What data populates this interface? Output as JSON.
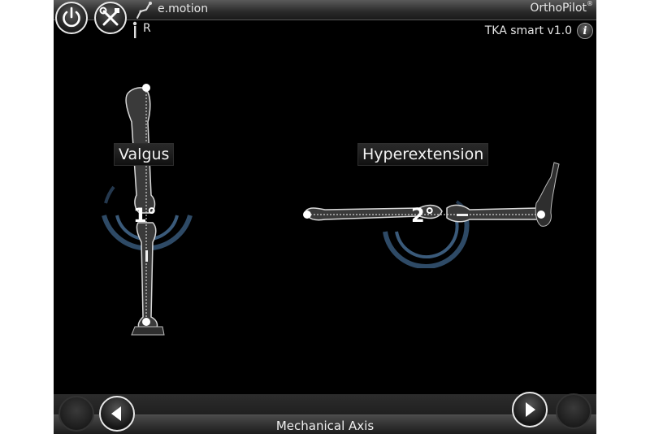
{
  "header": {
    "app_name": "e.motion",
    "brand": "OrthoPilot",
    "brand_mark": "®",
    "side": "R",
    "version": "TKA smart v1.0",
    "info_glyph": "i"
  },
  "views": {
    "frontal": {
      "label": "Valgus",
      "angle": "1°"
    },
    "sagittal": {
      "label": "Hyperextension",
      "angle": "2°"
    }
  },
  "footer": {
    "title": "Mechanical Axis"
  },
  "icons": {
    "power": "power-icon",
    "tools": "tools-icon",
    "back": "triangle-left-icon",
    "forward": "triangle-right-icon",
    "info": "info-icon"
  },
  "colors": {
    "background": "#000000",
    "arc": "#4a6a8a",
    "bone": "#d8d8d8"
  }
}
